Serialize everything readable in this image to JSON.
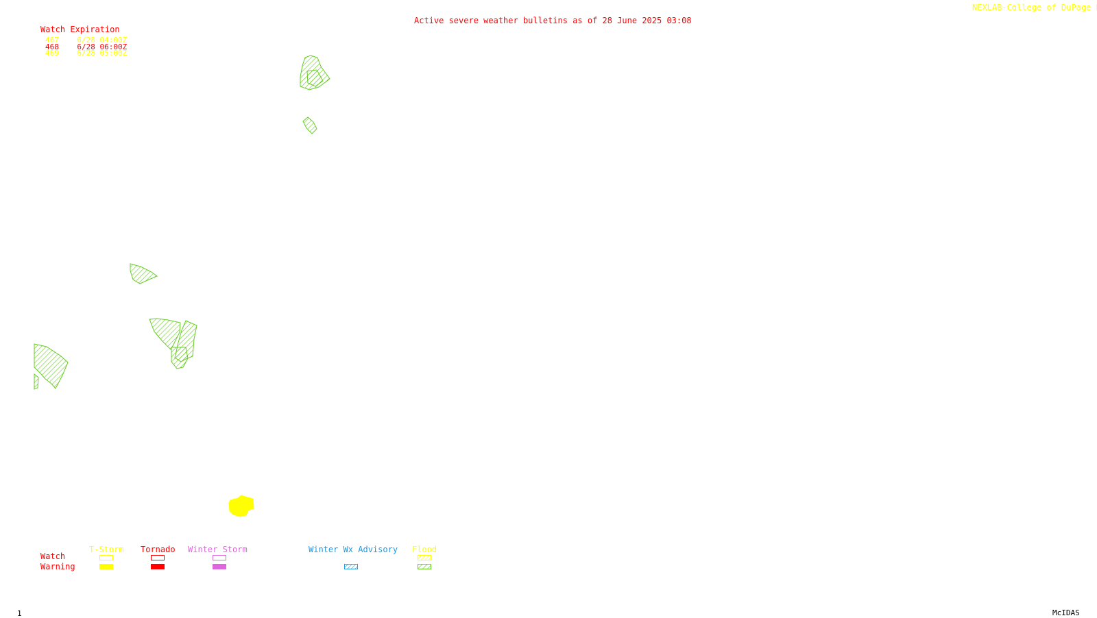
{
  "header": {
    "title": "Active severe weather bulletins as of 28 June 2025 03:08",
    "credit": "NEXLAB-College of DuPage R"
  },
  "watch_expiration": {
    "heading": "Watch Expiration",
    "rows": [
      {
        "id": "467",
        "time": "6/28 04:00Z",
        "color": "#ffff00"
      },
      {
        "id": "468",
        "time": "6/28 06:00Z",
        "color": "#ff0000"
      },
      {
        "id": "469",
        "time": "6/28 05:00Z",
        "color": "#ffff00"
      }
    ]
  },
  "legend": {
    "row_labels": {
      "watch": "Watch",
      "warning": "Warning"
    },
    "categories": [
      {
        "label": "T-Storm",
        "color": "#ffff00",
        "watch_style": "outline",
        "warning_style": "solid"
      },
      {
        "label": "Tornado",
        "color": "#ff0000",
        "watch_style": "outline",
        "warning_style": "solid"
      },
      {
        "label": "Winter Storm",
        "color": "#dd66dd",
        "watch_style": "outline",
        "warning_style": "solid"
      },
      {
        "label": "Winter Wx Advisory",
        "color": "#2299dd",
        "watch_style": "none",
        "warning_style": "hatched"
      },
      {
        "label": "Flood",
        "color": "#ffff00",
        "watch_style": "hatched",
        "warning_style": "hatched",
        "warning_color": "#66cc22"
      }
    ]
  },
  "map": {
    "flood_color": "#66cc22",
    "tstorm_color": "#ffff00"
  },
  "footer": {
    "frame": "1",
    "software": "McIDAS"
  }
}
